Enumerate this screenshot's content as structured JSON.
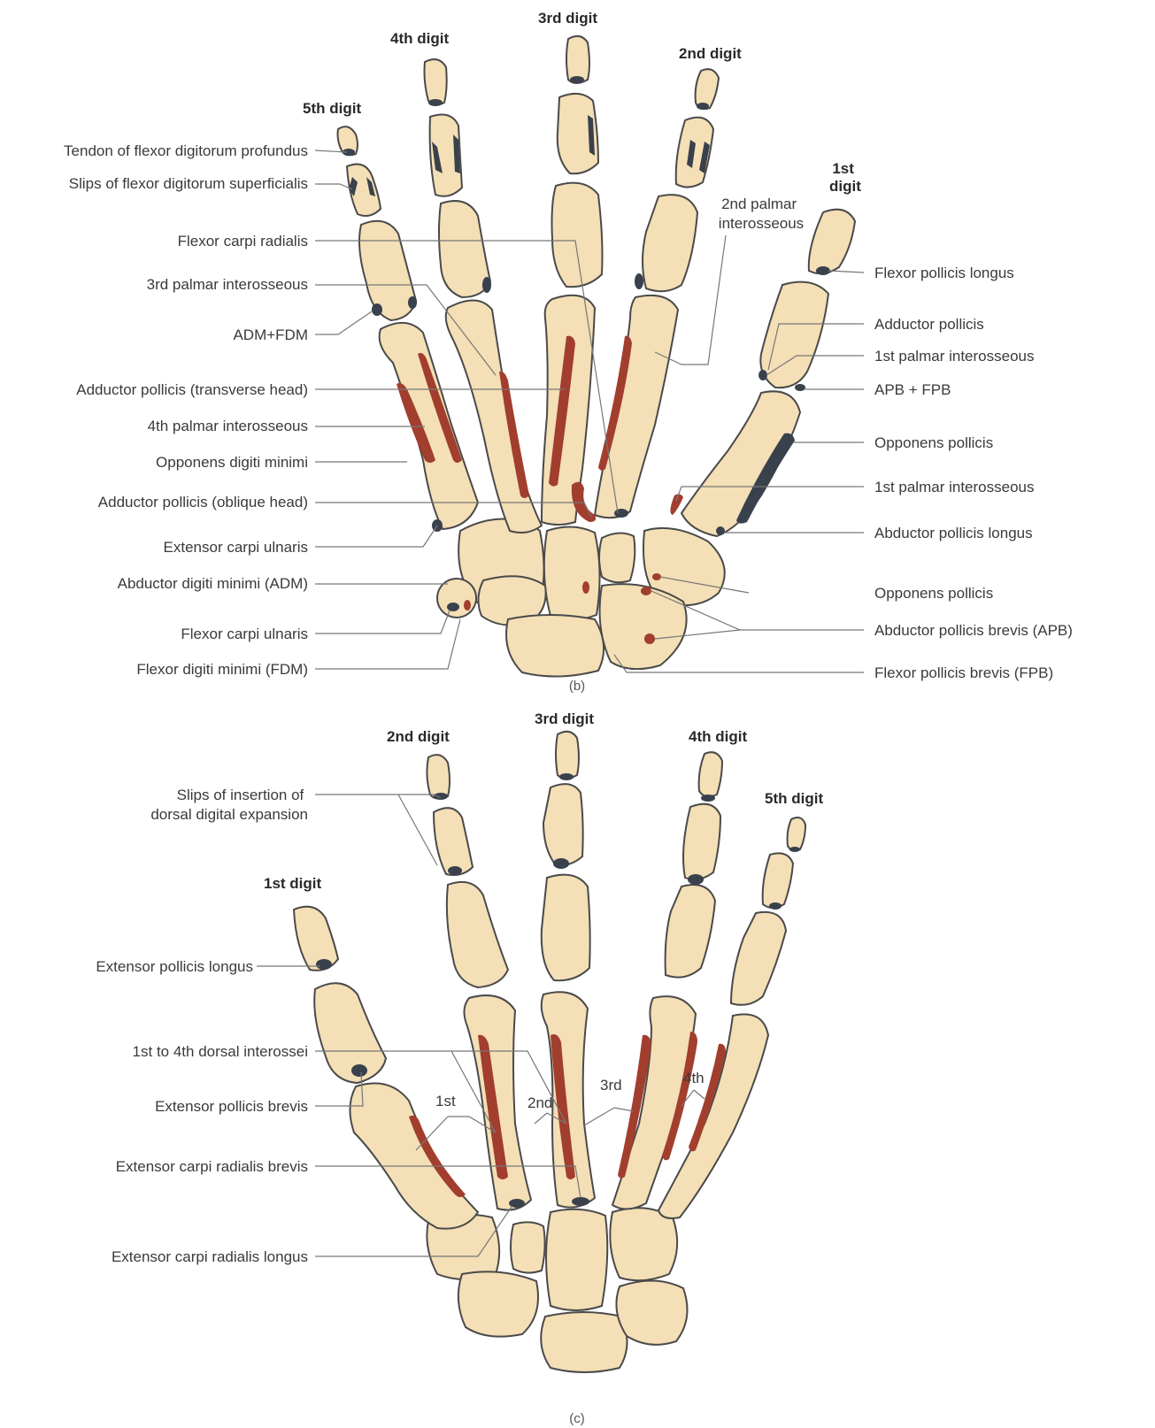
{
  "panel_b": {
    "caption": "(b)",
    "digits": {
      "d1": "1st digit",
      "d2": "2nd digit",
      "d3": "3rd digit",
      "d4": "4th digit",
      "d5": "5th digit"
    },
    "left_labels": [
      "Tendon of flexor digitorum profundus",
      "Slips of flexor digitorum superficialis",
      "Flexor carpi radialis",
      "3rd palmar interosseous",
      "ADM+FDM",
      "Adductor pollicis (transverse head)",
      "4th palmar interosseous",
      "Opponens digiti minimi",
      "Adductor pollicis (oblique head)",
      "Extensor carpi ulnaris",
      "Abductor digiti minimi (ADM)",
      "Flexor carpi ulnaris",
      "Flexor digiti minimi (FDM)"
    ],
    "right_labels": [
      "2nd palmar interosseous",
      "Flexor pollicis longus",
      "Adductor pollicis",
      "1st palmar interosseous",
      "APB + FPB",
      "Opponens pollicis",
      "1st palmar interosseous",
      "Abductor pollicis longus",
      "Opponens pollicis",
      "Abductor pollicis brevis (APB)",
      "Flexor pollicis brevis (FPB)"
    ]
  },
  "panel_c": {
    "caption": "(c)",
    "digits": {
      "d1": "1st digit",
      "d2": "2nd digit",
      "d3": "3rd digit",
      "d4": "4th digit",
      "d5": "5th digit"
    },
    "left_labels": [
      "Slips of insertion of dorsal digital expansion",
      "Extensor pollicis longus",
      "1st to 4th dorsal interossei",
      "Extensor pollicis brevis",
      "Extensor carpi radialis brevis",
      "Extensor carpi radialis longus"
    ],
    "interossei": [
      "1st",
      "2nd",
      "3rd",
      "4th"
    ]
  },
  "colors": {
    "bone": "#f4dfb6",
    "outline": "#4a4a4a",
    "insertion": "#39414d",
    "muscle": "#a23e2e"
  }
}
